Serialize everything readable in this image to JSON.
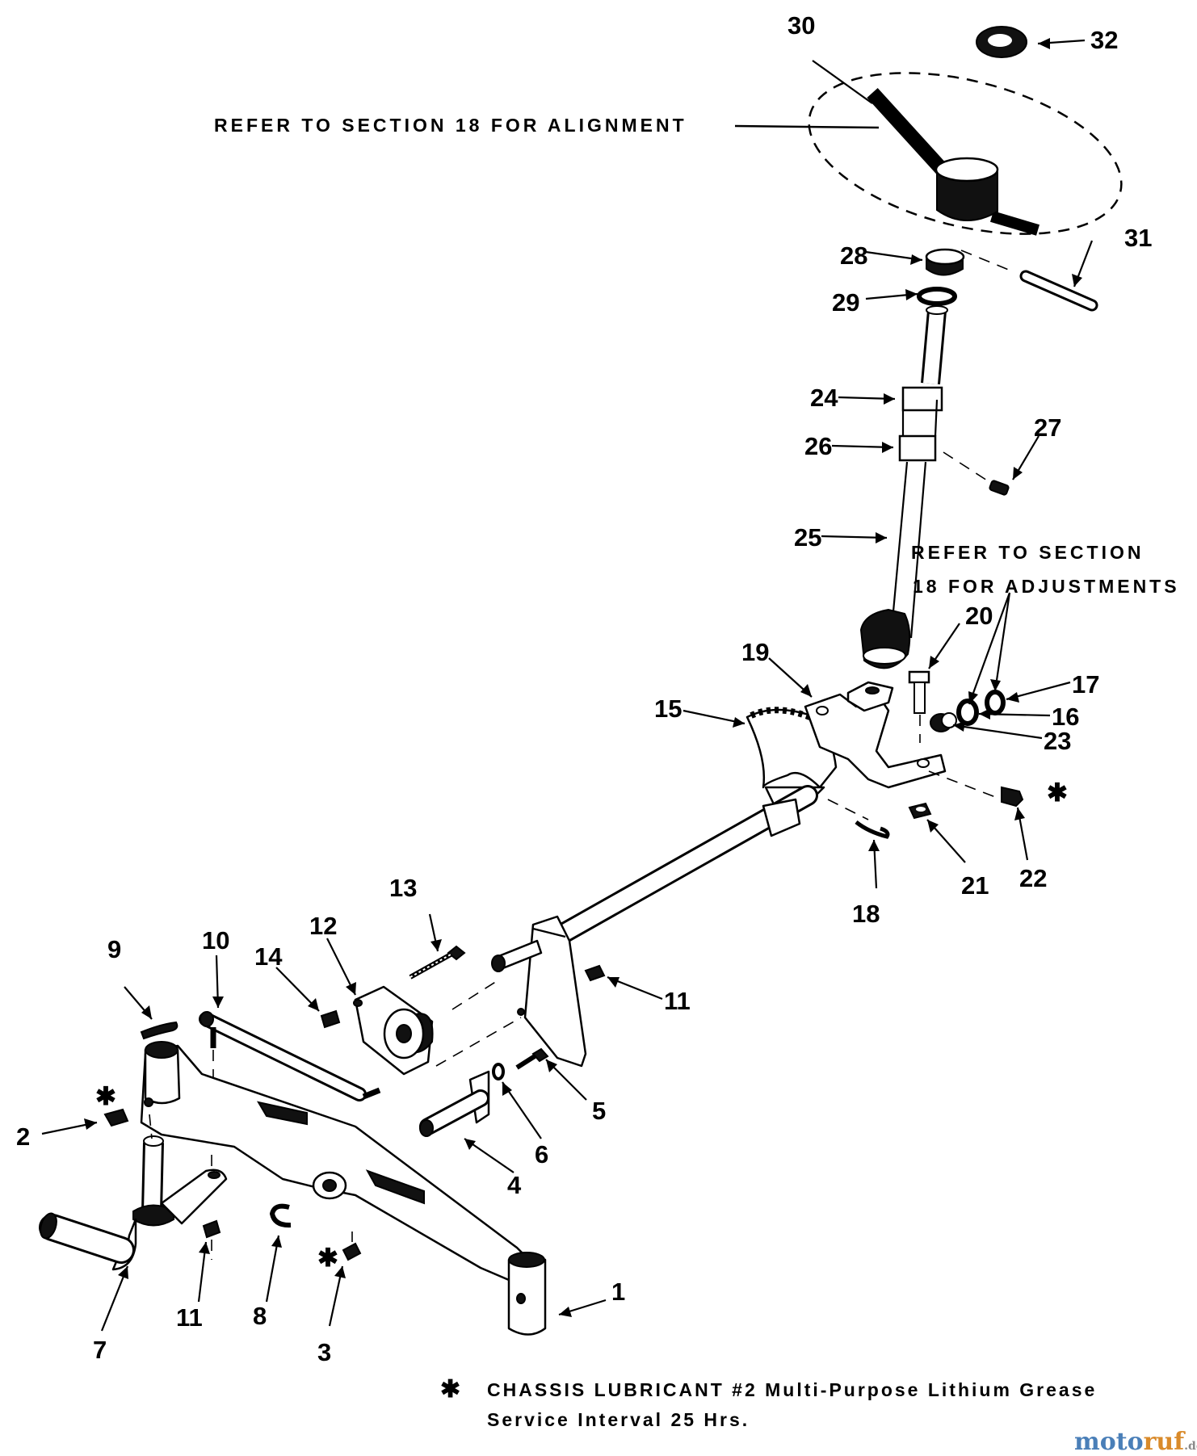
{
  "notes": {
    "alignment": "REFER TO SECTION 18 FOR ALIGNMENT",
    "adjustments_line1": "REFER TO SECTION",
    "adjustments_line2": "18 FOR ADJUSTMENTS"
  },
  "footnote": {
    "symbol": "✱",
    "line1": "CHASSIS LUBRICANT #2 Multi-Purpose Lithium Grease",
    "line2": "Service Interval 25 Hrs."
  },
  "grease_symbol": "✱",
  "callouts": {
    "p1": "1",
    "p2": "2",
    "p3": "3",
    "p4": "4",
    "p5": "5",
    "p6": "6",
    "p7": "7",
    "p8": "8",
    "p9": "9",
    "p10": "10",
    "p11a": "11",
    "p11b": "11",
    "p12": "12",
    "p13": "13",
    "p14": "14",
    "p15": "15",
    "p16": "16",
    "p17": "17",
    "p18": "18",
    "p19": "19",
    "p20": "20",
    "p21": "21",
    "p22": "22",
    "p23": "23",
    "p24": "24",
    "p25": "25",
    "p26": "26",
    "p27": "27",
    "p28": "28",
    "p29": "29",
    "p30": "30",
    "p31": "31",
    "p32": "32"
  },
  "watermark": {
    "part1": "moto",
    "part2": "ruf",
    "suffix": ".de"
  }
}
